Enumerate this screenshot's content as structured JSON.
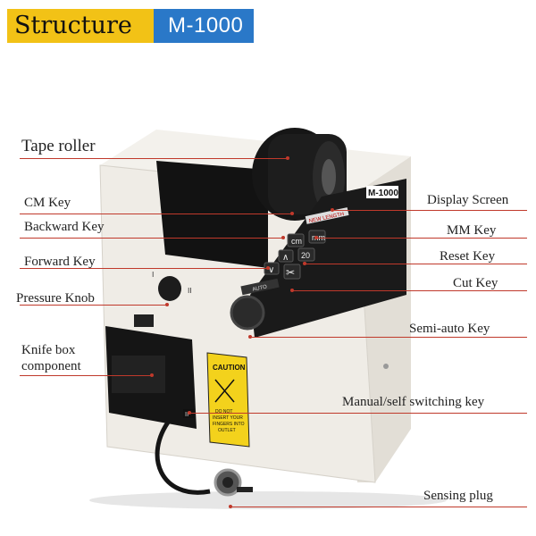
{
  "header": {
    "title": "Structure",
    "model": "M-1000",
    "accent_yellow": "#f2c216",
    "accent_blue": "#2a78c8"
  },
  "product": {
    "logo_text": "M-1000",
    "panel_label": "NEW LENGTH",
    "keys": {
      "cm": "cm",
      "mm": "mm",
      "reset": "20",
      "auto": "AUTO"
    },
    "caution": {
      "title": "CAUTION",
      "lines": [
        "DO NOT",
        "INSERT YOUR",
        "FINGERS INTO",
        "OUTLET"
      ]
    },
    "switch_mark": "II"
  },
  "labels": {
    "tape_roller": "Tape roller",
    "cm_key": "CM Key",
    "backward_key": "Backward Key",
    "forward_key": "Forward Key",
    "pressure_knob": "Pressure Knob",
    "knife_box_line1": "Knife box",
    "knife_box_line2": "component",
    "display_screen": "Display Screen",
    "mm_key": "MM Key",
    "reset_key": "Reset Key",
    "cut_key": "Cut Key",
    "semi_auto_key": "Semi-auto Key",
    "manual_switch": "Manual/self switching key",
    "sensing_plug": "Sensing plug"
  },
  "colors": {
    "leader_line": "#c0392b",
    "body": "#efece6"
  }
}
